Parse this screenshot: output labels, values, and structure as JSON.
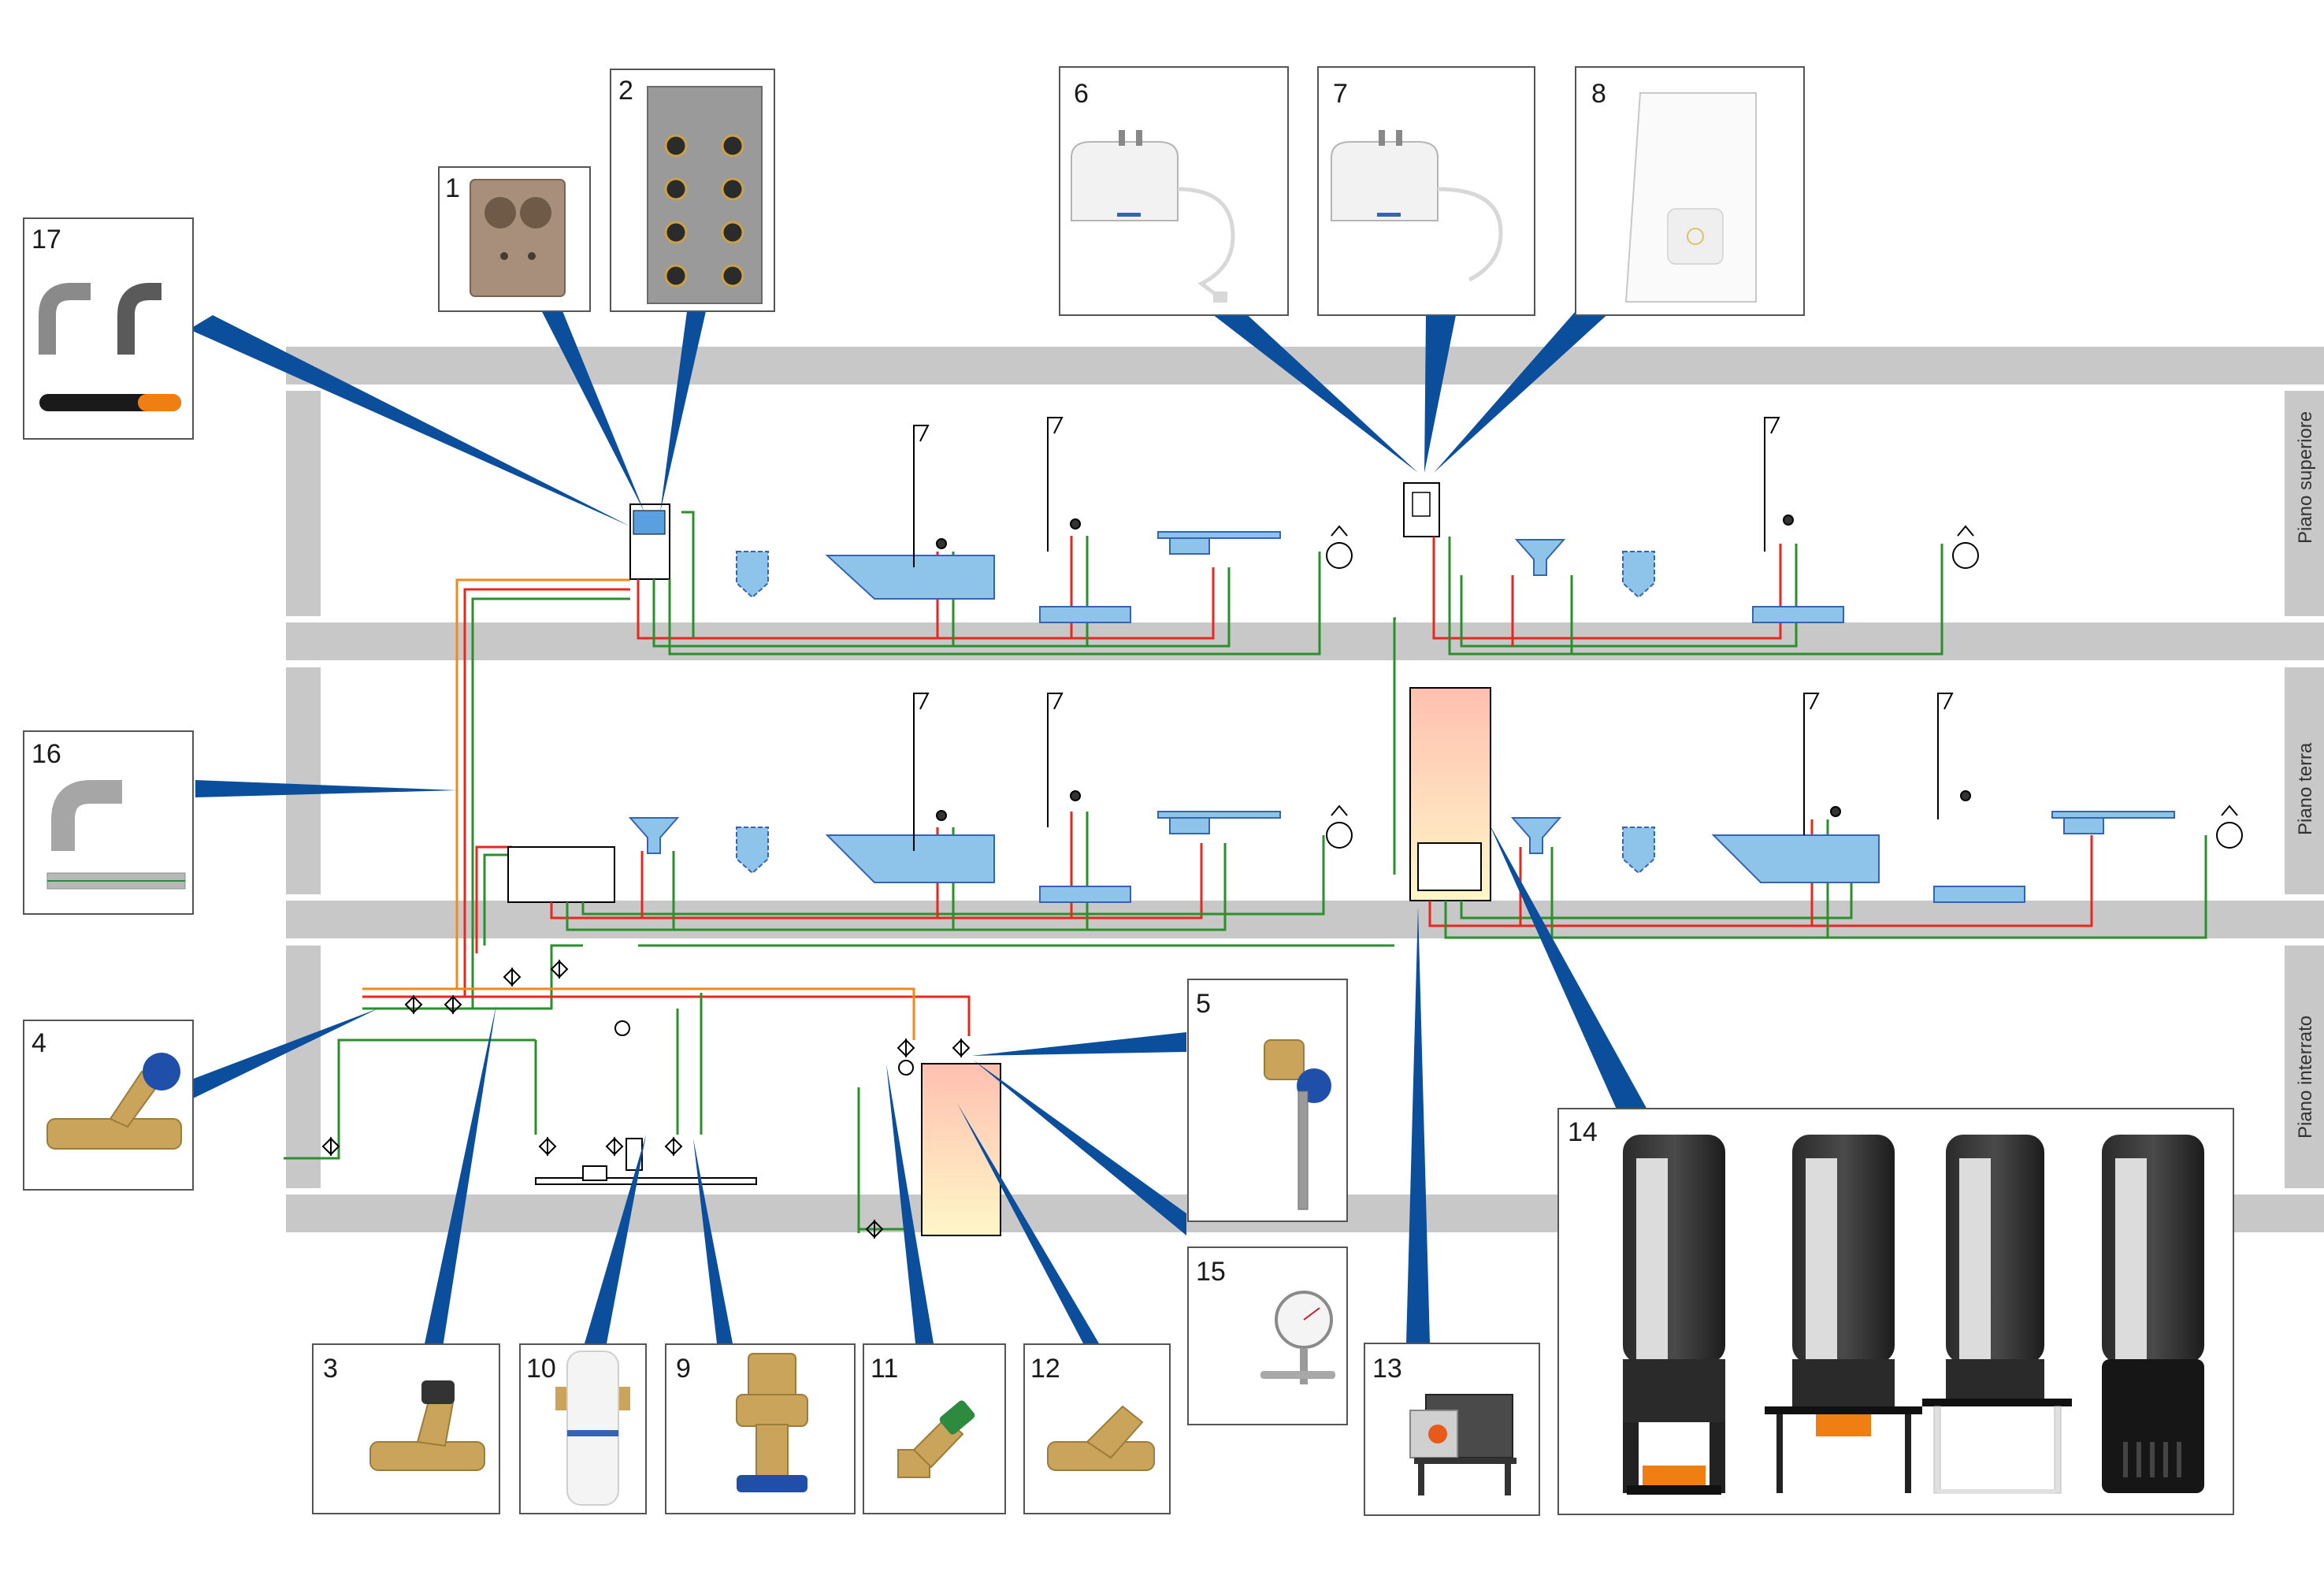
{
  "colors": {
    "slab": "#c8c8c8",
    "hot": "#e8271f",
    "cold": "#2b8f2b",
    "circulation": "#f08a1c",
    "callout": "#0b4e9c",
    "fixture": "#8ec3ea",
    "tank_top": "#ffc0b0",
    "tank_bottom": "#fff7c8"
  },
  "floors": {
    "upper": "Piano superiore",
    "ground": "Piano terra",
    "basement": "Piano interrato"
  },
  "products": [
    {
      "num": "1",
      "icon": "flush-box-icon"
    },
    {
      "num": "2",
      "icon": "manifold-box-icon"
    },
    {
      "num": "3",
      "icon": "balancing-valve-icon"
    },
    {
      "num": "4",
      "icon": "circulation-valve-icon"
    },
    {
      "num": "5",
      "icon": "angle-valve-probe-icon"
    },
    {
      "num": "6",
      "icon": "compact-water-heater-plug-icon"
    },
    {
      "num": "7",
      "icon": "compact-water-heater-icon"
    },
    {
      "num": "8",
      "icon": "instant-water-heater-icon"
    },
    {
      "num": "9",
      "icon": "pressure-reducer-icon"
    },
    {
      "num": "10",
      "icon": "water-filter-icon"
    },
    {
      "num": "11",
      "icon": "safety-valve-icon"
    },
    {
      "num": "12",
      "icon": "strainer-valve-icon"
    },
    {
      "num": "13",
      "icon": "fresh-water-station-icon"
    },
    {
      "num": "14",
      "icon": "heat-pump-cylinder-icon"
    },
    {
      "num": "15",
      "icon": "thermometer-icon"
    },
    {
      "num": "16",
      "icon": "press-fitting-pipe-icon"
    },
    {
      "num": "17",
      "icon": "composite-pipe-elbow-icon"
    }
  ]
}
